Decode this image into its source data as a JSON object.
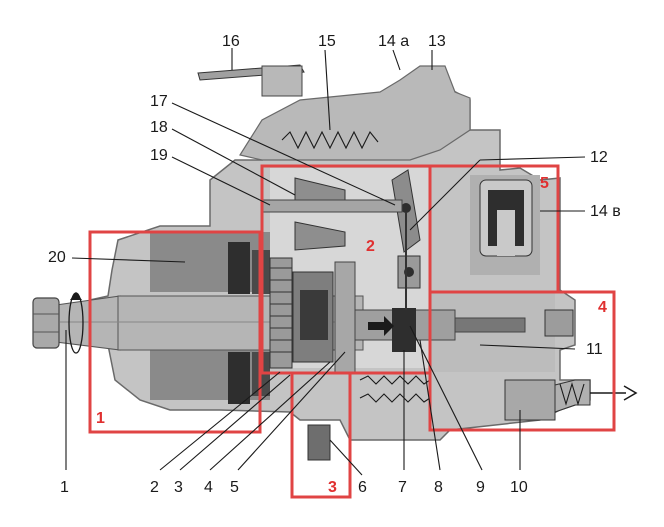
{
  "diagram": {
    "part_labels": [
      "1",
      "2",
      "3",
      "4",
      "5",
      "6",
      "7",
      "8",
      "9",
      "10",
      "11",
      "12",
      "13",
      "14 а",
      "14 в",
      "15",
      "16",
      "17",
      "18",
      "19",
      "20"
    ],
    "zone_labels": [
      "1",
      "2",
      "3",
      "4",
      "5"
    ],
    "colors": {
      "zone_border": "#e04444",
      "housing": "#c4c4c4",
      "housing_dark": "#8a8a8a",
      "shaft": "#b5b5b5",
      "dark_part": "#2e2e2e",
      "background": "#ffffff"
    },
    "icons": [
      "nut-icon",
      "rotation-arrow-icon",
      "flow-arrow-icon",
      "spring-icon",
      "solenoid-icon",
      "fuel-outlet-arrow-icon"
    ]
  }
}
